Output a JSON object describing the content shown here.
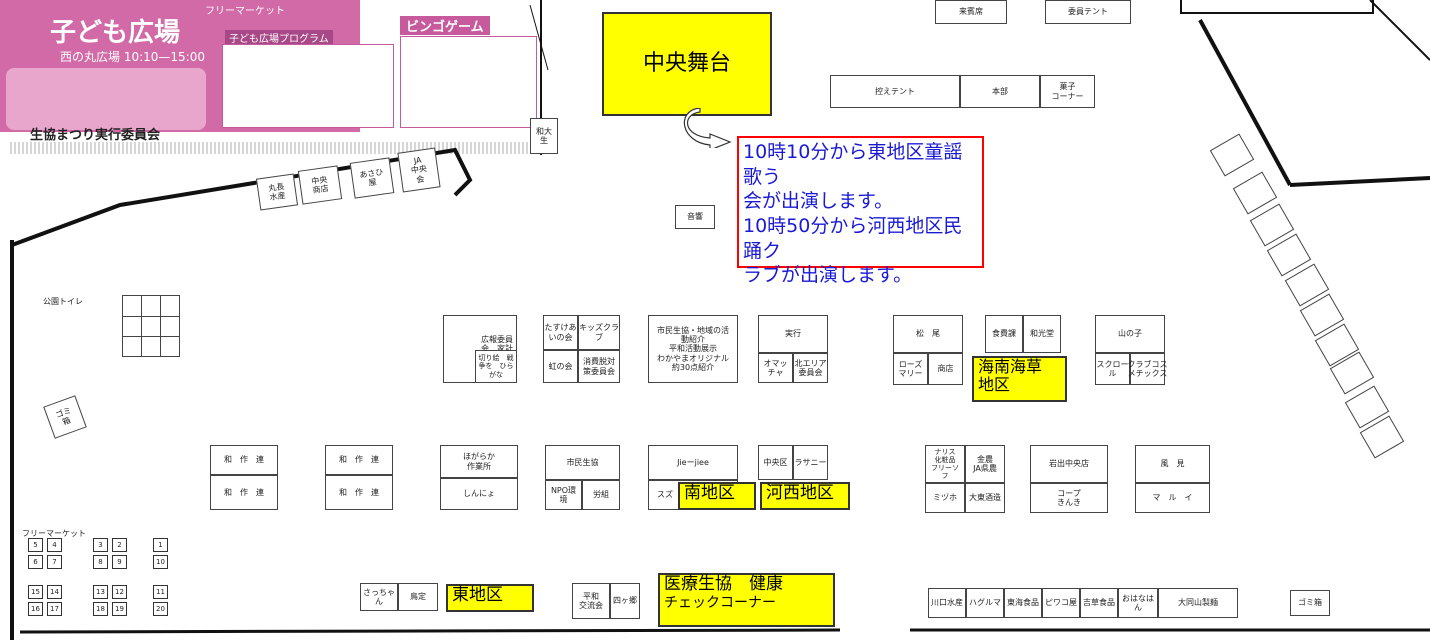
{
  "stage": {
    "label": "中央舞台"
  },
  "announcement": {
    "line1": "10時10分から東地区童謡歌う",
    "line2": "会が出演します。",
    "line3": "10時50分から河西地区民踊ク",
    "line4": "ラブが出演します。"
  },
  "highlights": {
    "kainan": "海南海草",
    "kainan2": "地区",
    "minami": "南地区",
    "kasei": "河西地区",
    "higashi": "東地区",
    "iryo1": "医療生協　健康",
    "iryo2": "チェックコーナー"
  },
  "poster": {
    "title": "子ども広場",
    "subtitle": "西の丸広場 10:10—15:00",
    "market": "フリーマーケット",
    "bingo": "ビンゴゲーム",
    "program_title": "子ども広場プログラム",
    "footer": "生協まつり実行委員会"
  },
  "labels": {
    "toilet": "公園トイレ",
    "garbage1": "ゴミ\n箱",
    "free_market": "フリーマーケット",
    "garbage2": "ゴミ箱",
    "sound": "音響",
    "reserve_tent": "控えテント",
    "hq": "本部",
    "sweets": "菓子\nコーナー",
    "visitor": "来賓席",
    "committee": "委員テント",
    "wakadai": "和大\n生"
  },
  "booths": {
    "maru": "丸長\n水産",
    "naka": "中央\n商店",
    "asahi": "あさひ\n屋",
    "ja": "JA\n中央\n会",
    "kouhou": "広報委員\n会　家計\n活動",
    "kirinui": "切り絵　戦\n争を　ひら\nがな",
    "tasuke": "たすけあ\nいの会",
    "kids": "キッズクラ\nブ",
    "niji": "虹の会",
    "shohi": "消費脱対\n策委員会",
    "shimin": "市民生協・地域の活\n動紹介\n平和活動展示\nわかやまオリジナル\n約30点紹介",
    "jikko": "実行",
    "omake": "オマッ\nチャ",
    "kita": "北エリア\n委員会",
    "matsuo": "松　尾",
    "rose": "ローズ\nマリー",
    "shop": "商店",
    "shokuhin": "食費課",
    "wako": "和光堂",
    "yamanoko": "山の子",
    "scroll": "スクロー\nル",
    "club": "クラブコス\nメチックス",
    "wasaku1": "和　作　連",
    "wasaku2": "和　作　連",
    "wasaku3": "和　作　連",
    "wasaku4": "和　作　連",
    "hogara": "ほがらか\n作業所",
    "shinjo": "しんにょ",
    "shimin2": "市民生協",
    "npo": "NPO環\n境",
    "rouno": "労組",
    "jiejiee": "Jieーjiee",
    "suzu": "スズ",
    "chuo": "中央区",
    "lassa": "ラサニー",
    "naris": "ナリス\n化粧品\nフリーソ\nフ",
    "kinkin": "金農\nJA県農",
    "mizuho": "ミヅホ",
    "daito": "大東酒造",
    "iwade": "岩出中央店",
    "kanai": "風　見",
    "coop": "コープ\nきんき",
    "marui": "マ　ル　イ",
    "sacchan": "さっちゃん",
    "pairs": "鳥定",
    "heiwa": "平和\n交流会",
    "shikinoka": "四ヶ郷",
    "kawaguchi": "川口水産",
    "hagurume": "ハグルマ",
    "tokai": "東海食品",
    "piwako": "ピワコ屋",
    "yoshiko": "吉草食品",
    "ohana": "おはなは\nん",
    "daido": "大同山製麺"
  },
  "colors": {
    "highlight": "#ffff00",
    "announce": "#1a1ad6",
    "announce_border": "#ff0000",
    "poster": "#c65a9d"
  }
}
